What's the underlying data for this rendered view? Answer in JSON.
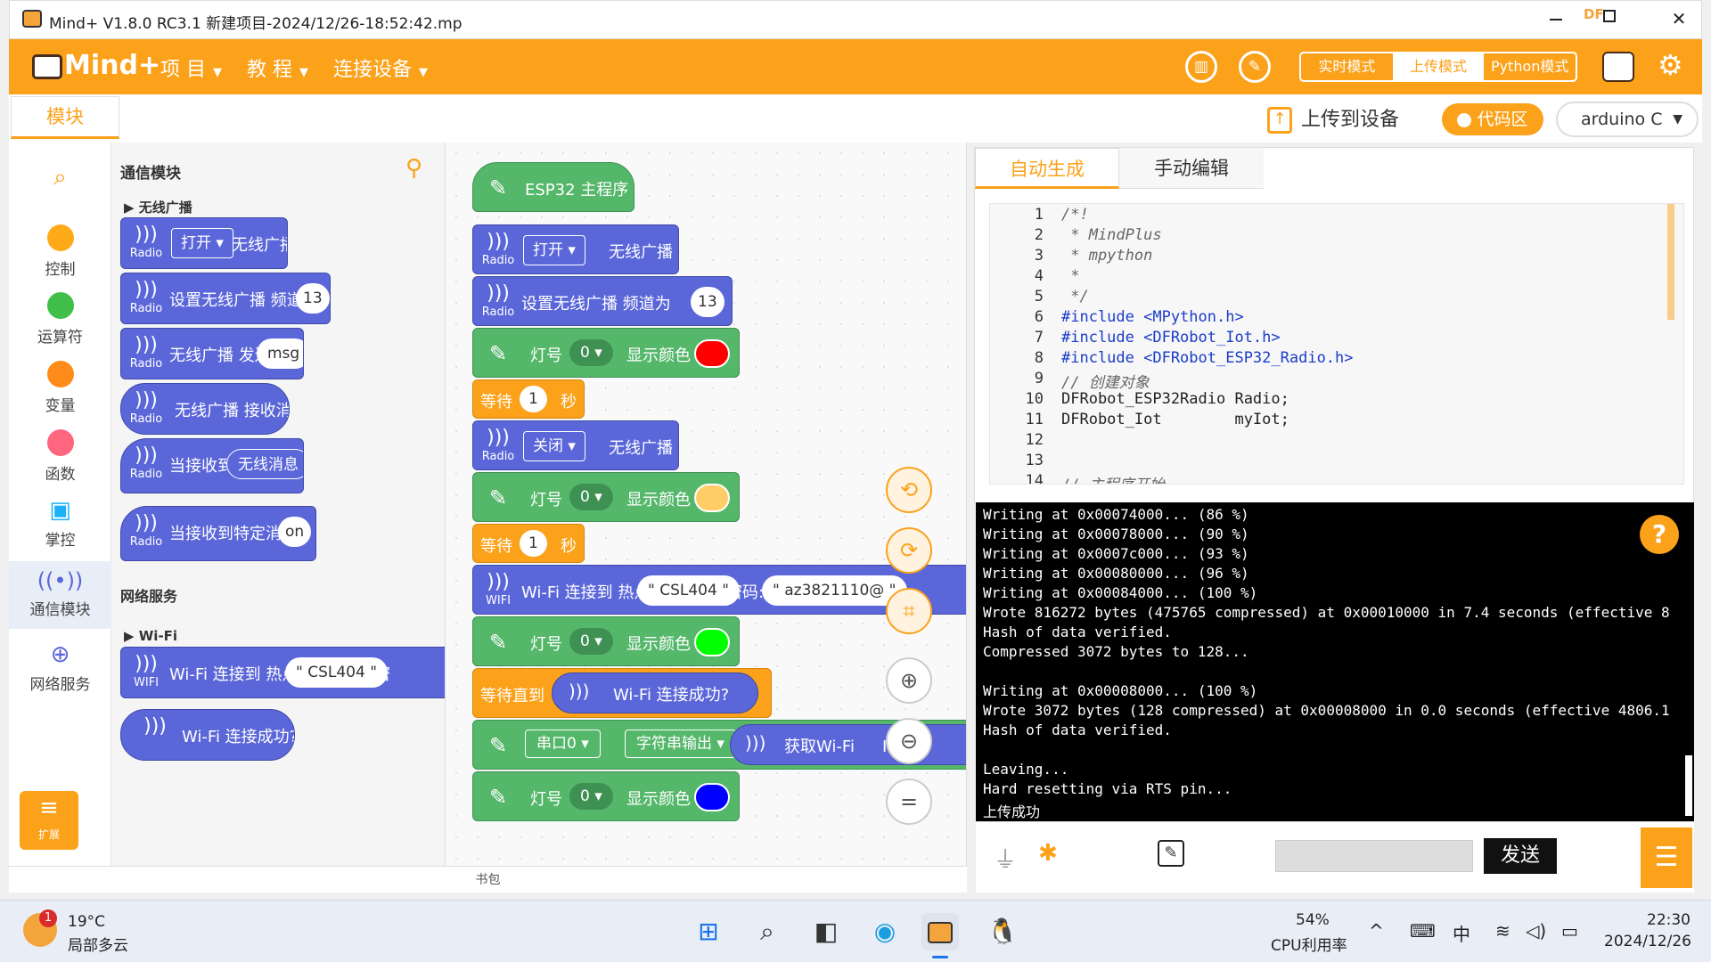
{
  "window": {
    "title": "Mind+ V1.8.0 RC3.1   新建项目-2024/12/26-18:52:42.mp",
    "watermark": "DF"
  },
  "menu": {
    "project": "项 目",
    "tutorial": "教 程",
    "connect": "连接设备",
    "logo": "Mind+"
  },
  "modes": {
    "realtime": "实时模式",
    "upload": "上传模式",
    "python": "Python模式"
  },
  "toolbar": {
    "module_tab": "模块",
    "upload_to_device": "上传到设备",
    "code_area": "代码区",
    "board": "arduino C"
  },
  "categories": [
    "控制",
    "运算符",
    "变量",
    "函数",
    "掌控",
    "通信模块",
    "网络服务"
  ],
  "category_colors": [
    "#ffab19",
    "#40bf4a",
    "#ff8c1a",
    "#ff6680",
    "#1cb0f6",
    "#5b67d9",
    "#5b67d9"
  ],
  "extension_label": "扩展",
  "flyout": {
    "title": "通信模块",
    "sub_radio": "无线广播",
    "sub_network": "网络服务",
    "sub_wifi": "Wi-Fi",
    "radio_label": "Radio",
    "wifi_label": "WIFI",
    "b_open": "打开",
    "b_radio": "无线广播",
    "b_set_channel": "设置无线广播 频道为",
    "b_channel": "13",
    "b_send": "无线广播 发送",
    "b_msg": "msg",
    "b_receive": "无线广播 接收消息",
    "b_when": "当接收到",
    "b_when_msg": "无线消息",
    "b_when_specific": "当接收到特定消息",
    "b_on": "on",
    "b_wifi_connect": "Wi-Fi 连接到 热点:",
    "b_ssid": "\" CSL404 \"",
    "b_pw_cut": "密",
    "b_wifi_ok": "Wi-Fi 连接成功?"
  },
  "workspace": {
    "hat": "ESP32 主程序",
    "open": "打开",
    "close": "关闭",
    "radio": "无线广播",
    "set_channel": "设置无线广播 频道为",
    "channel": "13",
    "led": "灯号",
    "led_num": "0",
    "show_color": "显示颜色",
    "wait": "等待",
    "wait_val": "1",
    "sec": "秒",
    "wifi_connect": "Wi-Fi 连接到 热点:",
    "ssid": "\" CSL404 \"",
    "password_label": "密码:",
    "password": "\" az3821110@ \"",
    "wait_until": "等待直到",
    "wifi_ok": "Wi-Fi 连接成功?",
    "serial": "串口0",
    "string_out": "字符串输出",
    "get_wifi": "获取Wi-Fi",
    "ip": "IP 地",
    "radio_label": "Radio",
    "wifi_label": "WIFI",
    "colors": {
      "red": "#ff0000",
      "orange": "#ffcc66",
      "green": "#00ff00",
      "blue": "#0000ff"
    }
  },
  "bookbag": "书包",
  "code_tabs": {
    "auto": "自动生成",
    "manual": "手动编辑"
  },
  "code_lines": [
    {
      "n": "1",
      "t": "/*!"
    },
    {
      "n": "2",
      "t": " * MindPlus"
    },
    {
      "n": "3",
      "t": " * mpython"
    },
    {
      "n": "4",
      "t": " *"
    },
    {
      "n": "5",
      "t": " */"
    },
    {
      "n": "6",
      "t": "#include <MPython.h>"
    },
    {
      "n": "7",
      "t": "#include <DFRobot_Iot.h>"
    },
    {
      "n": "8",
      "t": "#include <DFRobot_ESP32_Radio.h>"
    },
    {
      "n": "9",
      "t": "// 创建对象"
    },
    {
      "n": "10",
      "t": "DFRobot_ESP32Radio Radio;"
    },
    {
      "n": "11",
      "t": "DFRobot_Iot        myIot;"
    },
    {
      "n": "12",
      "t": ""
    },
    {
      "n": "13",
      "t": ""
    },
    {
      "n": "14",
      "t": "// 主程序开始"
    }
  ],
  "console_lines": [
    "Writing at 0x00074000... (86 %)",
    "Writing at 0x00078000... (90 %)",
    "Writing at 0x0007c000... (93 %)",
    "Writing at 0x00080000... (96 %)",
    "Writing at 0x00084000... (100 %)",
    "Wrote 816272 bytes (475765 compressed) at 0x00010000 in 7.4 seconds (effective 8",
    "Hash of data verified.",
    "Compressed 3072 bytes to 128...",
    "",
    "Writing at 0x00008000... (100 %)",
    "Wrote 3072 bytes (128 compressed) at 0x00008000 in 0.0 seconds (effective 4806.1",
    "Hash of data verified.",
    "",
    "Leaving...",
    "Hard resetting via RTS pin...",
    "上传成功"
  ],
  "serial": {
    "help": "?",
    "send": "发送"
  },
  "taskbar": {
    "weather_temp": "19°C",
    "weather_desc": "局部多云",
    "weather_badge": "1",
    "cpu_pct": "54%",
    "cpu_label": "CPU利用率",
    "ime": "中",
    "time": "22:30",
    "date": "2024/12/26"
  }
}
